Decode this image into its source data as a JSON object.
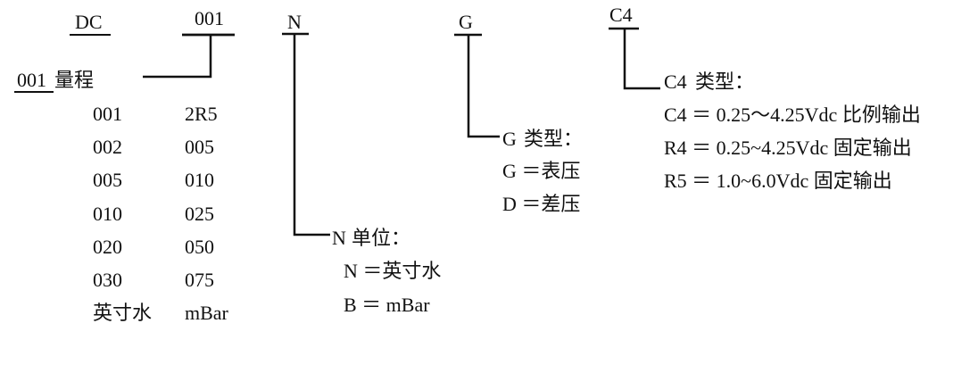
{
  "header": {
    "series": "DC",
    "range_code": "001",
    "unit_code": "N",
    "type_code": "G",
    "output_code": "C4"
  },
  "range": {
    "code": "001",
    "label": "量程",
    "values_left": [
      "001",
      "002",
      "005",
      "010",
      "020",
      "030",
      "英寸水"
    ],
    "values_right": [
      "2R5",
      "005",
      "010",
      "025",
      "050",
      "075",
      "mBar"
    ]
  },
  "unit": {
    "code": "N",
    "label": "单位：",
    "options": [
      "N ＝英寸水",
      "B ＝ mBar"
    ]
  },
  "pressure_type": {
    "code": "G",
    "label": "类型：",
    "options": [
      "G ＝表压",
      "D ＝差压"
    ]
  },
  "output": {
    "code": "C4",
    "label": "类型：",
    "options": [
      "C4 ＝ 0.25～4.25Vdc 比例输出",
      "R4 ＝ 0.25~4.25Vdc 固定输出",
      "R5 ＝ 1.0~6.0Vdc 固定输出"
    ]
  }
}
